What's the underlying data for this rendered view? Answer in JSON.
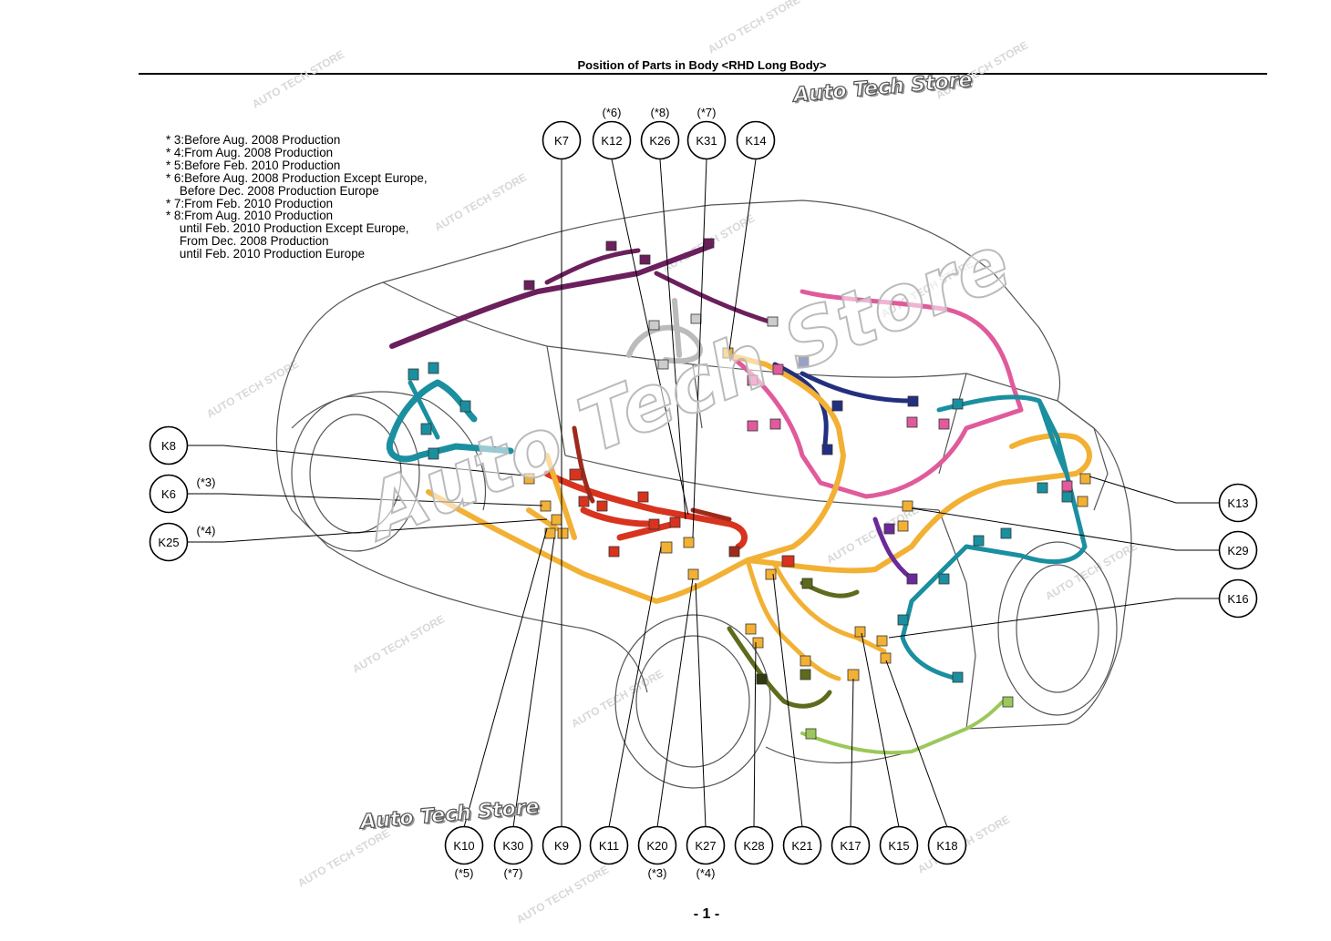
{
  "title": "Position of Parts in Body <RHD Long Body>",
  "page_number": "- 1 -",
  "brand_logo": "Auto Tech Store",
  "watermark": "AUTO TECH STORE",
  "notes": [
    "* 3:Before Aug. 2008 Production",
    "* 4:From Aug. 2008 Production",
    "* 5:Before Feb. 2010 Production",
    "* 6:Before Aug. 2008 Production Except Europe,",
    "    Before Dec. 2008 Production Europe",
    "* 7:From Feb. 2010 Production",
    "* 8:From Aug. 2010 Production",
    "    until Feb. 2010 Production Except Europe,",
    "    From Dec. 2008 Production",
    "    until Feb. 2010 Production Europe"
  ],
  "callouts": {
    "K7": {
      "label": "K7",
      "note": ""
    },
    "K12": {
      "label": "K12",
      "note": "(*6)"
    },
    "K26": {
      "label": "K26",
      "note": "(*8)"
    },
    "K31": {
      "label": "K31",
      "note": "(*7)"
    },
    "K14": {
      "label": "K14",
      "note": ""
    },
    "K8": {
      "label": "K8",
      "note": ""
    },
    "K6": {
      "label": "K6",
      "note": "(*3)"
    },
    "K25": {
      "label": "K25",
      "note": "(*4)"
    },
    "K13": {
      "label": "K13",
      "note": ""
    },
    "K29": {
      "label": "K29",
      "note": ""
    },
    "K16": {
      "label": "K16",
      "note": ""
    },
    "K10": {
      "label": "K10",
      "note": "(*5)"
    },
    "K30": {
      "label": "K30",
      "note": "(*7)"
    },
    "K9": {
      "label": "K9",
      "note": ""
    },
    "K11": {
      "label": "K11",
      "note": ""
    },
    "K20": {
      "label": "K20",
      "note": "(*3)"
    },
    "K27": {
      "label": "K27",
      "note": "(*4)"
    },
    "K28": {
      "label": "K28",
      "note": ""
    },
    "K21": {
      "label": "K21",
      "note": ""
    },
    "K17": {
      "label": "K17",
      "note": ""
    },
    "K15": {
      "label": "K15",
      "note": ""
    },
    "K18": {
      "label": "K18",
      "note": ""
    }
  },
  "harness_colors": {
    "orange": "#f2b134",
    "teal": "#1a8fa0",
    "pink": "#e05a9c",
    "purple": "#6b1f5c",
    "navy": "#23307f",
    "red": "#d8331e",
    "olive": "#5e6b1c",
    "lightgreen": "#9cc75a",
    "grey": "#c8c8c8"
  }
}
